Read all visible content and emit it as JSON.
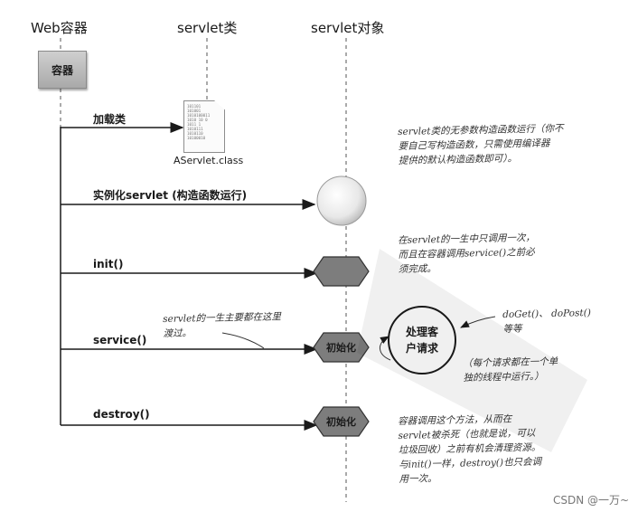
{
  "columns": {
    "web_container": "Web容器",
    "servlet_class": "servlet类",
    "servlet_object": "servlet对象"
  },
  "container_box": "容器",
  "class_file": {
    "name": "AServlet.class",
    "bits": [
      "101101",
      "101001",
      "1010100011",
      "1010 10 0",
      "1011 1",
      "1010111",
      "1010110",
      "10100010"
    ]
  },
  "steps": [
    "加载类",
    "实例化servlet (构造函数运行)",
    "init()",
    "service()",
    "destroy()"
  ],
  "hexagon_label": "初始化",
  "request_circle": [
    "处理客",
    "户请求"
  ],
  "notes": {
    "constructor": [
      "servlet类的无参数构造函数运行（你不",
      "要自己写构造函数，只需使用编译器",
      "提供的默认构造函数即可）。"
    ],
    "init": [
      "在servlet的一生中只调用一次，",
      "而且在容器调用service()之前必",
      "须完成。"
    ],
    "lifetime": [
      "servlet的一生主要都在这里",
      "渡过。"
    ],
    "doget": [
      "doGet()、 doPost()",
      "等等"
    ],
    "thread": [
      "（每个请求都在一个单",
      "独的线程中运行。）"
    ],
    "destroy": [
      "容器调用这个方法，从而在",
      "servlet被杀死（也就是说，可以",
      "垃圾回收）之前有机会清理资源。",
      "与init()一样，destroy()也只会调",
      "用一次。"
    ]
  },
  "watermark": "CSDN @一万~",
  "colors": {
    "hexagon": "#7d7d7d",
    "line": "#1a1a1a",
    "dashed": "#555555"
  }
}
